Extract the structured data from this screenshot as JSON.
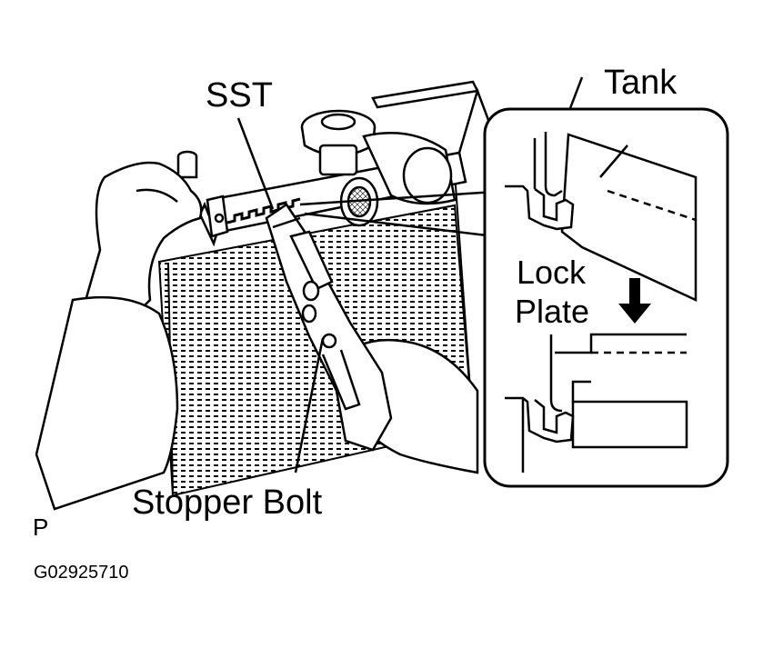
{
  "labels": {
    "sst": "SST",
    "tank": "Tank",
    "lock": "Lock",
    "plate": "Plate",
    "stopper_bolt": "Stopper Bolt",
    "view_code": "P",
    "figure_code": "G02925710"
  },
  "icons": {
    "direction_arrow": "down-arrow-icon"
  },
  "colors": {
    "line": "#000000",
    "background": "#ffffff"
  }
}
